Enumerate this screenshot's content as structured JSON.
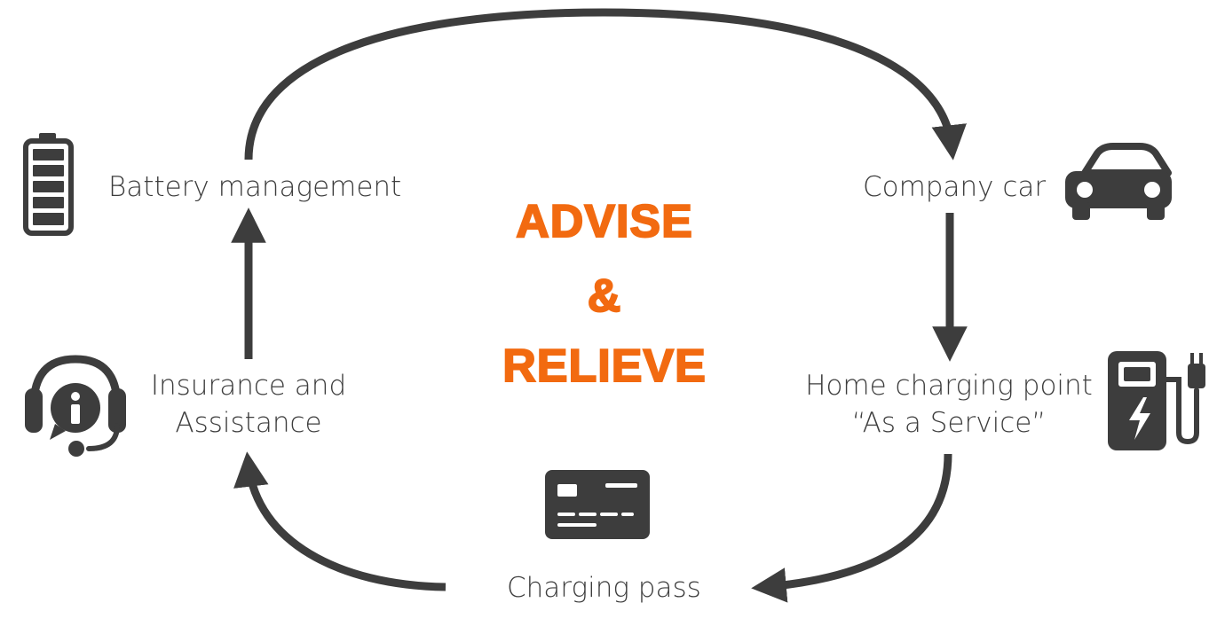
{
  "colors": {
    "background": "#ffffff",
    "ink": "#3d3d3d",
    "accent": "#f26a10"
  },
  "center": {
    "line1": "ADVISE",
    "line2": "&",
    "line3": "RELIEVE"
  },
  "nodes": {
    "battery": {
      "label": "Battery management",
      "icon": "battery-icon"
    },
    "company_car": {
      "label": "Company car",
      "icon": "car-icon"
    },
    "home_charging": {
      "line1": "Home charging point",
      "line2": "“As a Service”",
      "icon": "ev-charger-icon"
    },
    "charging_pass": {
      "label": "Charging pass",
      "icon": "credit-card-icon"
    },
    "insurance": {
      "line1": "Insurance and",
      "line2": "Assistance",
      "icon": "support-headset-icon"
    }
  }
}
